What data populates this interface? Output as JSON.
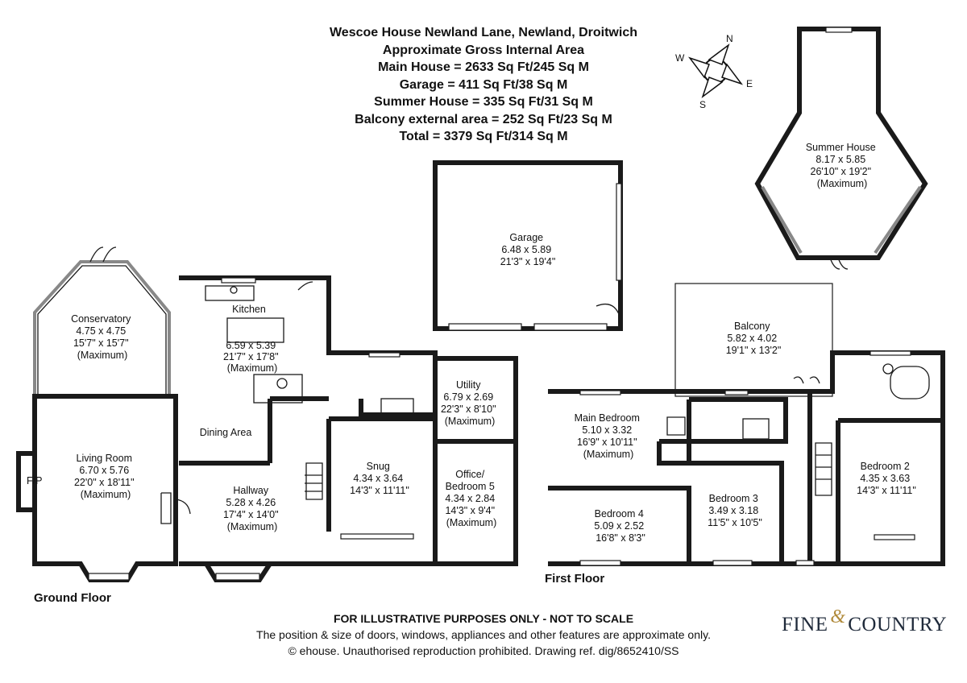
{
  "header": {
    "line1": "Wescoe House Newland Lane, Newland, Droitwich",
    "line2": "Approximate Gross Internal Area",
    "line3": "Main House = 2633 Sq Ft/245 Sq M",
    "line4": "Garage = 411 Sq Ft/38 Sq M",
    "line5": "Summer House = 335 Sq Ft/31 Sq M",
    "line6": "Balcony external area = 252 Sq Ft/23 Sq M",
    "line7": "Total = 3379 Sq Ft/314 Sq M"
  },
  "compass": {
    "n": "N",
    "e": "E",
    "s": "S",
    "w": "W"
  },
  "rooms": {
    "conservatory": [
      "Conservatory",
      "4.75 x 4.75",
      "15'7\" x 15'7\"",
      "(Maximum)"
    ],
    "living": [
      "Living Room",
      "6.70 x 5.76",
      "22'0\" x 18'11\"",
      "(Maximum)"
    ],
    "fp": "F/P",
    "kitchen_title": "Kitchen",
    "kitchen": [
      "6.59 x 5.39",
      "21'7\" x 17'8\"",
      "(Maximum)"
    ],
    "dining": "Dining Area",
    "hallway": [
      "Hallway",
      "5.28 x 4.26",
      "17'4\" x 14'0\"",
      "(Maximum)"
    ],
    "snug": [
      "Snug",
      "4.34 x 3.64",
      "14'3\" x 11'11\""
    ],
    "utility": [
      "Utility",
      "6.79 x 2.69",
      "22'3\" x 8'10\"",
      "(Maximum)"
    ],
    "office": [
      "Office/",
      "Bedroom 5",
      "4.34 x 2.84",
      "14'3\" x 9'4\"",
      "(Maximum)"
    ],
    "garage": [
      "Garage",
      "6.48 x 5.89",
      "21'3\" x 19'4\""
    ],
    "summer": [
      "Summer House",
      "8.17 x 5.85",
      "26'10\" x 19'2\"",
      "(Maximum)"
    ],
    "balcony": [
      "Balcony",
      "5.82 x 4.02",
      "19'1\" x 13'2\""
    ],
    "main_bedroom": [
      "Main Bedroom",
      "5.10 x 3.32",
      "16'9\" x 10'11\"",
      "(Maximum)"
    ],
    "bedroom4": [
      "Bedroom 4",
      "5.09 x 2.52",
      "16'8\" x 8'3\""
    ],
    "bedroom3": [
      "Bedroom 3",
      "3.49 x 3.18",
      "11'5\" x 10'5\""
    ],
    "bedroom2": [
      "Bedroom 2",
      "4.35 x 3.63",
      "14'3\" x 11'11\""
    ]
  },
  "floors": {
    "ground": "Ground Floor",
    "first": "First Floor"
  },
  "footer": {
    "line1": "FOR ILLUSTRATIVE PURPOSES ONLY - NOT TO SCALE",
    "line2": "The position & size of doors, windows, appliances and other features are approximate only.",
    "line3": "© ehouse. Unauthorised reproduction prohibited. Drawing ref. dig/8652410/SS"
  },
  "brand": {
    "word1": "Fine",
    "amp": "&",
    "word2": "Country"
  }
}
